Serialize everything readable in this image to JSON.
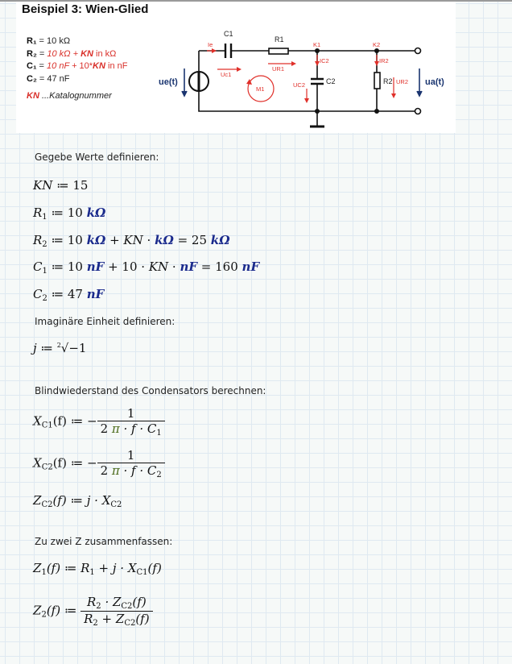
{
  "title": "Beispiel 3: Wien-Glied",
  "given": {
    "r1": {
      "label": "R₁",
      "text": " = 10 kΩ"
    },
    "r2": {
      "label": "R₂",
      "eq": " = ",
      "a": "10 kΩ + ",
      "kn": "KN",
      "b": " in kΩ"
    },
    "c1": {
      "label": "C₁",
      "eq": " =  ",
      "a": "10 nF + ",
      "mid": "10*",
      "kn": "KN",
      "b": " in nF"
    },
    "c2": {
      "label": "C₂",
      "text": " = 47 nF"
    },
    "kn_note": {
      "kn": "KN",
      "text": " ...Katalognummer"
    }
  },
  "circuit": {
    "C1": "C1",
    "R1": "R1",
    "K1": "K1",
    "K2": "K2",
    "Ie": "Ie",
    "Uc1": "Uc1",
    "UR1": "UR1",
    "IC2": "IC2",
    "IR2": "IR2",
    "UC2": "UC2",
    "C2": "C2",
    "R2": "R2",
    "UR2": "UR2",
    "M1": "M1",
    "ue": "ue(t)",
    "ua": "ua(t)"
  },
  "sections": {
    "given_values": "Gegebe Werte definieren:",
    "imaginary": "Imaginäre Einheit definieren:",
    "reactance": "Blindwiederstand des Condensators berechnen:",
    "combine": "Zu zwei Z zusammenfassen:"
  },
  "math": {
    "kn": {
      "lhs": "KN",
      "rest": " ≔ 15"
    },
    "r1": {
      "lhs": "R",
      "sub": "1",
      "rest": " ≔ 10 ",
      "unit": "kΩ"
    },
    "r2": {
      "lhs": "R",
      "sub": "2",
      "a": " ≔ 10 ",
      "u1": "kΩ",
      "b": " + ",
      "kn": "KN",
      "c": " · ",
      "u2": "kΩ",
      "d": " = 25 ",
      "u3": "kΩ"
    },
    "c1": {
      "lhs": "C",
      "sub": "1",
      "a": " ≔ 10 ",
      "u1": "nF",
      "b": " + 10 · ",
      "kn": "KN",
      "c": " · ",
      "u2": "nF",
      "d": " = 160 ",
      "u3": "nF"
    },
    "c2": {
      "lhs": "C",
      "sub": "2",
      "a": " ≔ 47 ",
      "u1": "nF"
    },
    "j": {
      "lhs": "j",
      "a": " ≔ ",
      "idx": "2",
      "rad": "√−1"
    },
    "xc1": {
      "lhs": "X",
      "sub": "C1",
      "a": "(f) ≔ −",
      "num": "1",
      "den_a": "2 ",
      "pi": "π",
      "den_b": " · f · C",
      "den_sub": "1"
    },
    "xc2": {
      "lhs": "X",
      "sub": "C2",
      "a": "(f) ≔ −",
      "num": "1",
      "den_a": "2 ",
      "pi": "π",
      "den_b": " · f · C",
      "den_sub": "2"
    },
    "zc2": {
      "lhs": "Z",
      "sub": "C2",
      "a": "(f) ≔ j · X",
      "sub2": "C2"
    },
    "z1": {
      "lhs": "Z",
      "sub": "1",
      "a": "(f) ≔ R",
      "s1": "1",
      "b": " + j · X",
      "s2": "C1",
      "c": "(f)"
    },
    "z2": {
      "lhs": "Z",
      "sub": "2",
      "a": "(f) ≔ ",
      "num_a": "R",
      "num_s1": "2",
      "num_b": " · Z",
      "num_s2": "C2",
      "num_c": "(f)",
      "den_a": "R",
      "den_s1": "2",
      "den_b": " + Z",
      "den_s2": "C2",
      "den_c": "(f)"
    }
  }
}
